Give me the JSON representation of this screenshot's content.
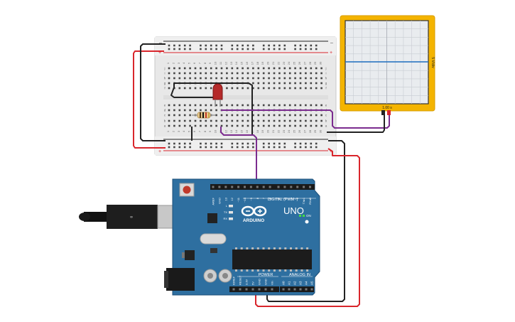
{
  "breadboard": {
    "rail_plus": "+",
    "rail_minus": "–",
    "rows_top": [
      "j",
      "i",
      "h",
      "g",
      "f"
    ],
    "rows_bottom": [
      "e",
      "d",
      "c",
      "b",
      "a"
    ],
    "columns": [
      "1",
      "2",
      "3",
      "4",
      "5",
      "6",
      "7",
      "8",
      "9",
      "10",
      "11",
      "12",
      "13",
      "14",
      "15",
      "16",
      "17",
      "18",
      "19",
      "20",
      "21",
      "22",
      "23",
      "24",
      "25",
      "26",
      "27",
      "28",
      "29",
      "30"
    ]
  },
  "oscilloscope": {
    "scale_label": "1.00 s",
    "side_label": "5 V/div"
  },
  "arduino": {
    "model": "UNO",
    "brand": "ARDUINO",
    "on_label": "ON",
    "digital_header": "DIGITAL (PWM~)",
    "power_header": "POWER",
    "analog_header": "ANALOG IN",
    "led_labels": [
      "L",
      "TX",
      "RX"
    ],
    "digital_pins": [
      "AREF",
      "GND",
      "13",
      "12",
      "~11",
      "~10",
      "~9",
      "8",
      "7",
      "~6",
      "~5",
      "4",
      "~3",
      "2",
      "TX▸1",
      "RX◂0"
    ],
    "power_pins": [
      "IOREF",
      "RESET",
      "3.3V",
      "5V",
      "GND",
      "GND",
      "Vin"
    ],
    "analog_pins": [
      "A0",
      "A1",
      "A2",
      "A3",
      "A4",
      "A5"
    ]
  },
  "colors": {
    "board_blue": "#2e6fa0",
    "scope_frame": "#f4b400",
    "wire_red": "#d9262c",
    "wire_black": "#222222",
    "wire_purple": "#7b2c8f",
    "trace_blue": "#1f6fc0"
  }
}
